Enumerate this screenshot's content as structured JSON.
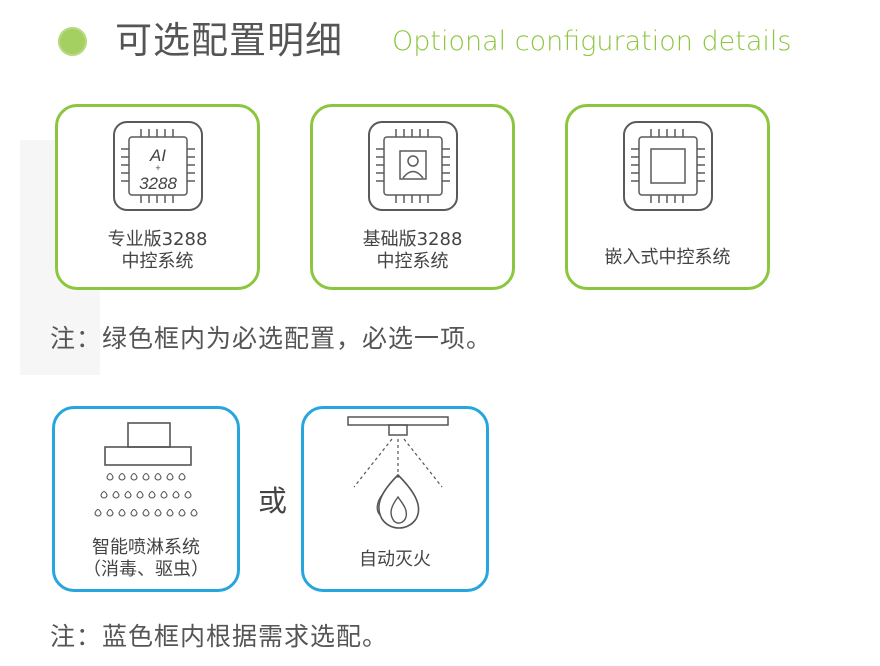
{
  "header": {
    "title_cn": "可选配置明细",
    "title_en": "Optional configuration details"
  },
  "green_options": [
    {
      "label": "专业版3288\n中控系统",
      "chip_top": "AI",
      "chip_plus": "+",
      "chip_bottom": "3288",
      "icon": "chip-ai-3288-icon"
    },
    {
      "label": "基础版3288\n中控系统",
      "icon": "chip-portrait-icon"
    },
    {
      "label": "嵌入式中控系统",
      "icon": "chip-blank-icon"
    }
  ],
  "note_green": "注：绿色框内为必选配置，必选一项。",
  "blue_options": [
    {
      "label": "智能喷淋系统\n（消毒、驱虫）",
      "icon": "spray-nozzle-icon"
    },
    {
      "label": "自动灭火",
      "icon": "fire-sprinkler-icon"
    }
  ],
  "or_text": "或",
  "note_blue": "注：蓝色框内根据需求选配。",
  "colors": {
    "green": "#8cc63f",
    "blue": "#27a6dd",
    "dot": "#a4cf61"
  }
}
